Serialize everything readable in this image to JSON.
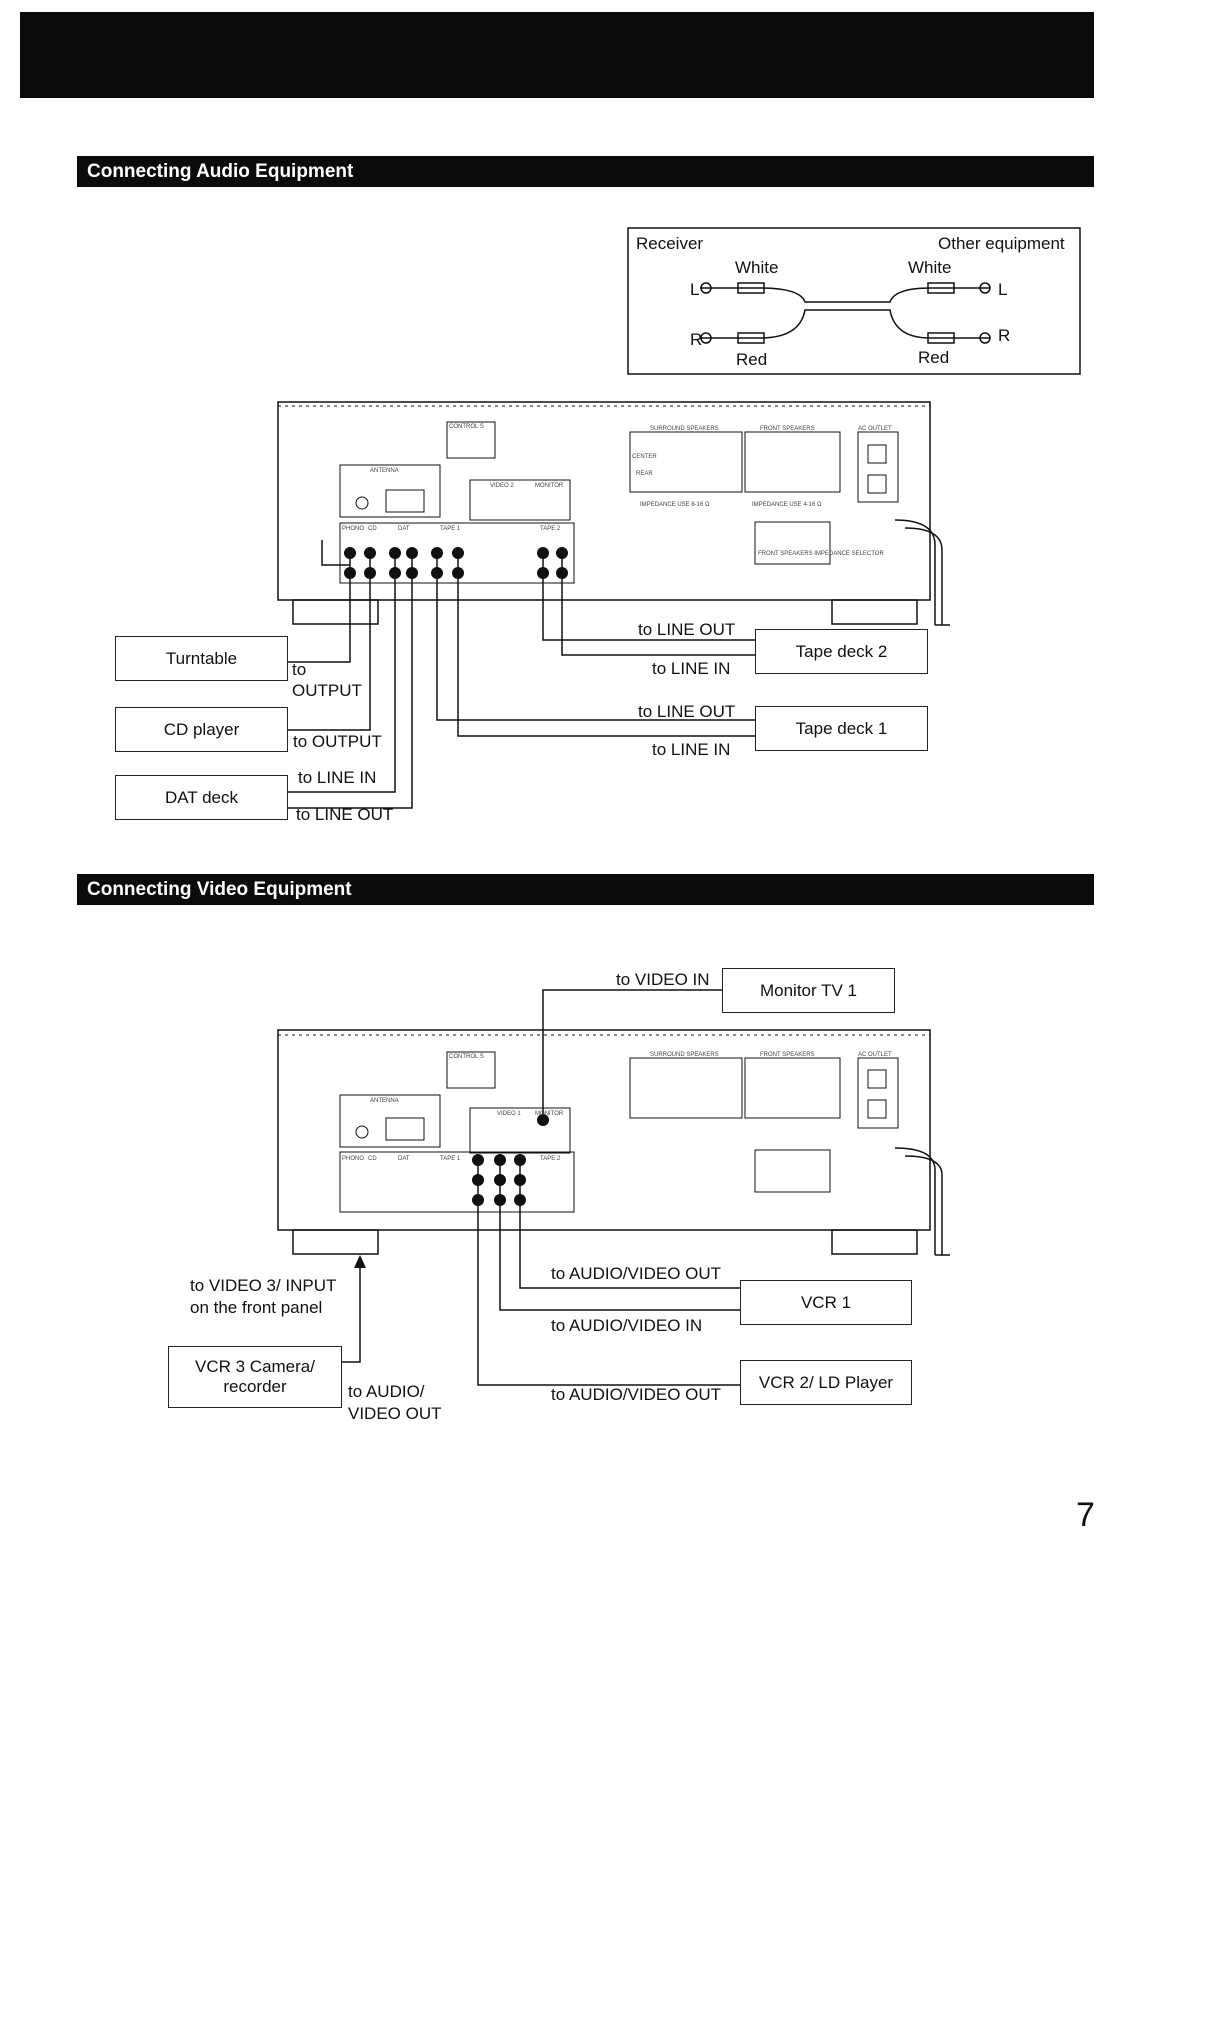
{
  "sections": {
    "audio_title": "Connecting Audio Equipment",
    "video_title": "Connecting Video Equipment"
  },
  "cable_legend": {
    "receiver": "Receiver",
    "other": "Other equipment",
    "white_left": "White",
    "white_right": "White",
    "red_left": "Red",
    "red_right": "Red",
    "l_left": "L",
    "l_right": "L",
    "r_left": "R",
    "r_right": "R"
  },
  "panel": {
    "control_s": "CONTROL S",
    "antenna": "ANTENNA",
    "surround_speakers": "SURROUND SPEAKERS",
    "front_speakers": "FRONT SPEAKERS",
    "ac_outlet": "AC OUTLET",
    "center": "CENTER",
    "rear": "REAR",
    "impedance_surround": "IMPEDANCE USE 8-16 Ω",
    "impedance_front": "IMPEDANCE USE 4-16 Ω",
    "phono": "PHONO",
    "cd": "CD",
    "dat": "DAT",
    "tape1": "TAPE 1",
    "tape2": "TAPE 2",
    "video1": "VIDEO 1",
    "video2": "VIDEO 2",
    "monitor": "MONITOR",
    "selector": "FRONT SPEAKERS IMPEDANCE SELECTOR"
  },
  "audio": {
    "turntable": "Turntable",
    "cd_player": "CD player",
    "dat_deck": "DAT deck",
    "tape_deck_2": "Tape deck 2",
    "tape_deck_1": "Tape deck 1",
    "to_output_a": "to",
    "to_output_b": "OUTPUT",
    "cd_to_output": "to OUTPUT",
    "dat_to_line_in": "to LINE IN",
    "dat_to_line_out": "to LINE OUT",
    "t2_to_line_out": "to LINE OUT",
    "t2_to_line_in": "to LINE IN",
    "t1_to_line_out": "to LINE OUT",
    "t1_to_line_in": "to LINE IN"
  },
  "video": {
    "monitor_tv": "Monitor TV 1",
    "to_video_in": "to VIDEO IN",
    "vcr1": "VCR 1",
    "vcr2": "VCR 2/ LD Player",
    "vcr3_line1": "VCR 3 Camera/",
    "vcr3_line2": "recorder",
    "front_panel_line1": "to VIDEO 3/ INPUT",
    "front_panel_line2": "on the front panel",
    "to_av_out_1": "to AUDIO/VIDEO OUT",
    "to_av_in": "to AUDIO/VIDEO IN",
    "to_av_out_2": "to AUDIO/VIDEO OUT",
    "to_audio_line1": "to AUDIO/",
    "to_audio_line2": "VIDEO OUT"
  },
  "page_number": "7",
  "colors": {
    "ink": "#111111",
    "bar": "#0b0b0b"
  }
}
